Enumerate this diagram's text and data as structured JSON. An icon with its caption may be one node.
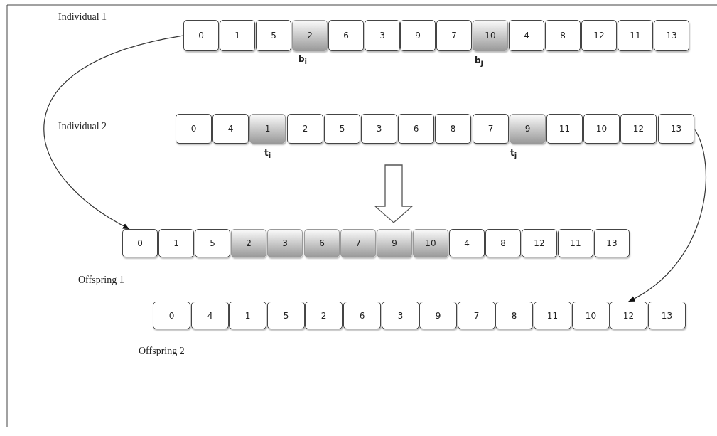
{
  "diagram": {
    "nodes": [
      {
        "text": [
          "Individual 1"
        ]
      },
      {
        "text": [
          "0"
        ],
        "in": 0
      },
      {
        "text": [
          "1"
        ],
        "in": 0
      },
      {
        "text": [
          "5"
        ],
        "in": 0
      },
      {
        "text": [
          "2"
        ],
        "in": 0
      },
      {
        "text": [
          "6"
        ],
        "in": 0
      },
      {
        "text": [
          "3"
        ],
        "in": 0
      },
      {
        "text": [
          "9"
        ],
        "in": 0
      },
      {
        "text": [
          "7"
        ],
        "in": 0
      },
      {
        "text": [
          "10"
        ],
        "in": 0
      },
      {
        "text": [
          "4"
        ],
        "in": 0
      },
      {
        "text": [
          "8"
        ],
        "in": 0
      },
      {
        "text": [
          "12"
        ],
        "in": 0
      },
      {
        "text": [
          "11"
        ],
        "in": 0
      },
      {
        "text": [
          "13"
        ],
        "in": 0
      },
      {
        "text": [
          "Individual 2"
        ]
      },
      {
        "text": [
          "0"
        ],
        "in": 15
      },
      {
        "text": [
          "4"
        ],
        "in": 15
      },
      {
        "text": [
          "1"
        ],
        "in": 15
      },
      {
        "text": [
          "2"
        ],
        "in": 15
      },
      {
        "text": [
          "5"
        ],
        "in": 15
      },
      {
        "text": [
          "3"
        ],
        "in": 15
      },
      {
        "text": [
          "6"
        ],
        "in": 15
      },
      {
        "text": [
          "8"
        ],
        "in": 15
      },
      {
        "text": [
          "7"
        ],
        "in": 15
      },
      {
        "text": [
          "9"
        ],
        "in": 15
      },
      {
        "text": [
          "11"
        ],
        "in": 15
      },
      {
        "text": [
          "10"
        ],
        "in": 15
      },
      {
        "text": [
          "12"
        ],
        "in": 15
      },
      {
        "text": [
          "13"
        ],
        "in": 15
      },
      {
        "text": [
          "Offspring 1"
        ]
      },
      {
        "text": [
          "0"
        ],
        "in": 30
      },
      {
        "text": [
          "1"
        ],
        "in": 30
      },
      {
        "text": [
          "5"
        ],
        "in": 30
      },
      {
        "text": [
          "2"
        ],
        "in": 30
      },
      {
        "text": [
          "3"
        ],
        "in": 30
      },
      {
        "text": [
          "6"
        ],
        "in": 30
      },
      {
        "text": [
          "7"
        ],
        "in": 30
      },
      {
        "text": [
          "9"
        ],
        "in": 30
      },
      {
        "text": [
          "10"
        ],
        "in": 30
      },
      {
        "text": [
          "4"
        ],
        "in": 30
      },
      {
        "text": [
          "8"
        ],
        "in": 30
      },
      {
        "text": [
          "12"
        ],
        "in": 30
      },
      {
        "text": [
          "11"
        ],
        "in": 30
      },
      {
        "text": [
          "13"
        ],
        "in": 30
      },
      {
        "text": [
          "Offspring 2"
        ]
      },
      {
        "text": [
          "0"
        ],
        "in": 45
      },
      {
        "text": [
          "4"
        ],
        "in": 45
      },
      {
        "text": [
          "1"
        ],
        "in": 45
      },
      {
        "text": [
          "5"
        ],
        "in": 45
      },
      {
        "text": [
          "2"
        ],
        "in": 45
      },
      {
        "text": [
          "6"
        ],
        "in": 45
      },
      {
        "text": [
          "3"
        ],
        "in": 45
      },
      {
        "text": [
          "9"
        ],
        "in": 45
      },
      {
        "text": [
          "7"
        ],
        "in": 45
      },
      {
        "text": [
          "8"
        ],
        "in": 45
      },
      {
        "text": [
          "11"
        ],
        "in": 45
      },
      {
        "text": [
          "10"
        ],
        "in": 45
      },
      {
        "text": [
          "12"
        ],
        "in": 45
      },
      {
        "text": [
          "13"
        ],
        "in": 45
      }
    ],
    "edges": [
      {
        "from": 1,
        "to": 31,
        "arrow": "to"
      },
      {
        "from": 29,
        "to": 58,
        "arrow": "to"
      },
      {
        "from": 15,
        "to": 30,
        "arrow": "to",
        "style": "thick"
      }
    ],
    "labels": [
      "b$_{i}$",
      "b$_{j}$",
      "t$_{i}$",
      "t$_{j}$"
    ]
  }
}
